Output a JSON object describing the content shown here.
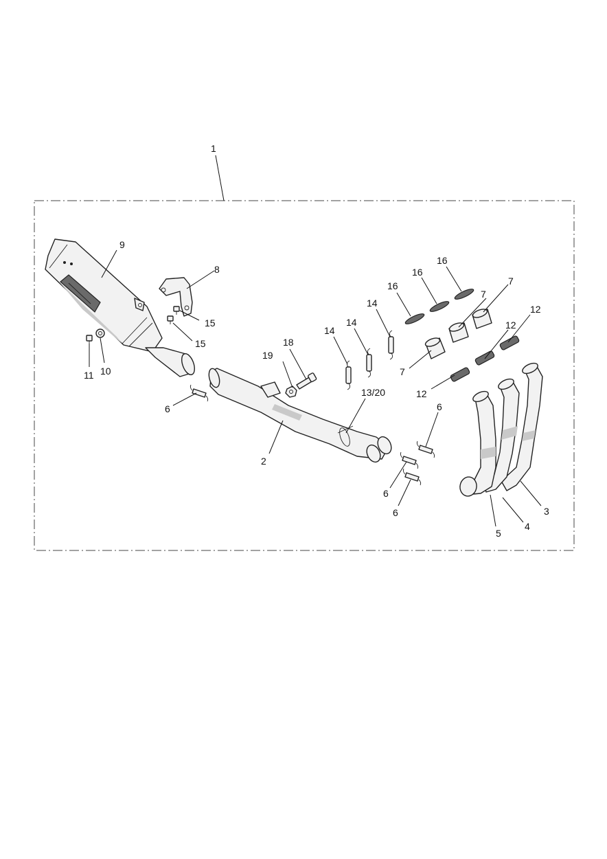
{
  "diagram": {
    "kit_label": "1",
    "callouts": {
      "c2": "2",
      "c3": "3",
      "c4": "4",
      "c5": "5",
      "c6a": "6",
      "c6b": "6",
      "c6c": "6",
      "c6d": "6",
      "c7a": "7",
      "c7b": "7",
      "c7c": "7",
      "c8": "8",
      "c9": "9",
      "c10": "10",
      "c11": "11",
      "c12a": "12",
      "c12b": "12",
      "c12c": "12",
      "c13": "13/20",
      "c14a": "14",
      "c14b": "14",
      "c14c": "14",
      "c15a": "15",
      "c15b": "15",
      "c16a": "16",
      "c16b": "16",
      "c16c": "16",
      "c18": "18",
      "c19": "19"
    }
  }
}
